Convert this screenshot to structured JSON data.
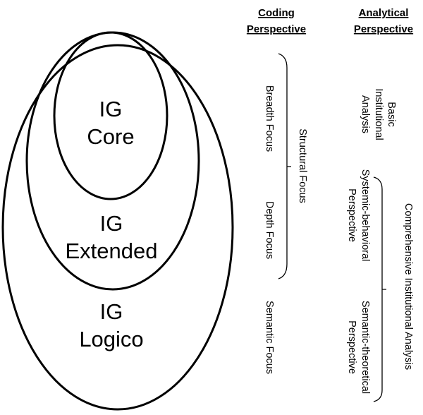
{
  "ellipses": {
    "core": [
      "IG",
      "Core"
    ],
    "extended": [
      "IG",
      "Extended"
    ],
    "logico": [
      "IG",
      "Logico"
    ]
  },
  "headers": {
    "coding": [
      "Coding",
      "Perspective"
    ],
    "analytical": [
      "Analytical",
      "Perspective"
    ]
  },
  "coding": {
    "breadth": "Breadth Focus",
    "depth": "Depth Focus",
    "structural": "Structural Focus",
    "semantic": "Semantic Focus"
  },
  "analytical": {
    "basic": [
      "Basic",
      "Institutional",
      "Analysis"
    ],
    "systemic": [
      "Systemic-behavioral",
      "Perspective"
    ],
    "semantic": [
      "Semantic-theoretical",
      "Perspective"
    ],
    "comprehensive": "Comprehensive Institutional Analysis"
  }
}
